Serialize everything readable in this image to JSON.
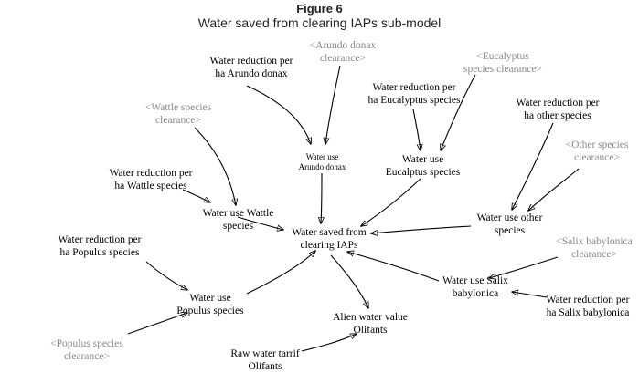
{
  "figure": {
    "label": "Figure 6",
    "title": "Water saved from clearing IAPs sub-model"
  },
  "nodes": {
    "arundo_reduction": {
      "l1": "Water reduction per",
      "l2": "ha Arundo donax"
    },
    "arundo_clearance": {
      "l1": "<Arundo donax",
      "l2": "clearance>"
    },
    "eucalyptus_clearance": {
      "l1": "<Eucalyptus",
      "l2": "species clearance>"
    },
    "eucalyptus_reduction": {
      "l1": "Water reduction per",
      "l2": "ha Eucalyptus species"
    },
    "wattle_clearance": {
      "l1": "<Wattle species",
      "l2": "clearance>"
    },
    "other_reduction": {
      "l1": "Water reduction per",
      "l2": "ha other species"
    },
    "other_clearance": {
      "l1": "<Other species",
      "l2": "clearance>"
    },
    "water_use_arundo": {
      "l1": "Water use",
      "l2": "Arundo donax"
    },
    "water_use_eucalyptus": {
      "l1": "Water use",
      "l2": "Eucalptus species"
    },
    "wattle_reduction": {
      "l1": "Water reduction per",
      "l2": "ha Wattle species"
    },
    "water_use_wattle": {
      "l1": "Water use Wattle",
      "l2": "species"
    },
    "water_saved": {
      "l1": "Water saved from",
      "l2": "clearing IAPs"
    },
    "water_use_other": {
      "l1": "Water use other",
      "l2": "species"
    },
    "populus_reduction": {
      "l1": "Water reduction per",
      "l2": "ha Populus species"
    },
    "salix_clearance": {
      "l1": "<Salix babylonica",
      "l2": "clearance>"
    },
    "water_use_salix": {
      "l1": "Water use Salix",
      "l2": "babylonica"
    },
    "water_use_populus": {
      "l1": "Water use",
      "l2": "Populus species"
    },
    "salix_reduction": {
      "l1": "Water reduction per",
      "l2": "ha Salix babylonica"
    },
    "alien_water_value": {
      "l1": "Alien water value",
      "l2": "Olifants"
    },
    "populus_clearance": {
      "l1": "<Populus species",
      "l2": "clearance>"
    },
    "raw_water_tariff": {
      "l1": "Raw water tarrif",
      "l2": "Olifants"
    }
  }
}
